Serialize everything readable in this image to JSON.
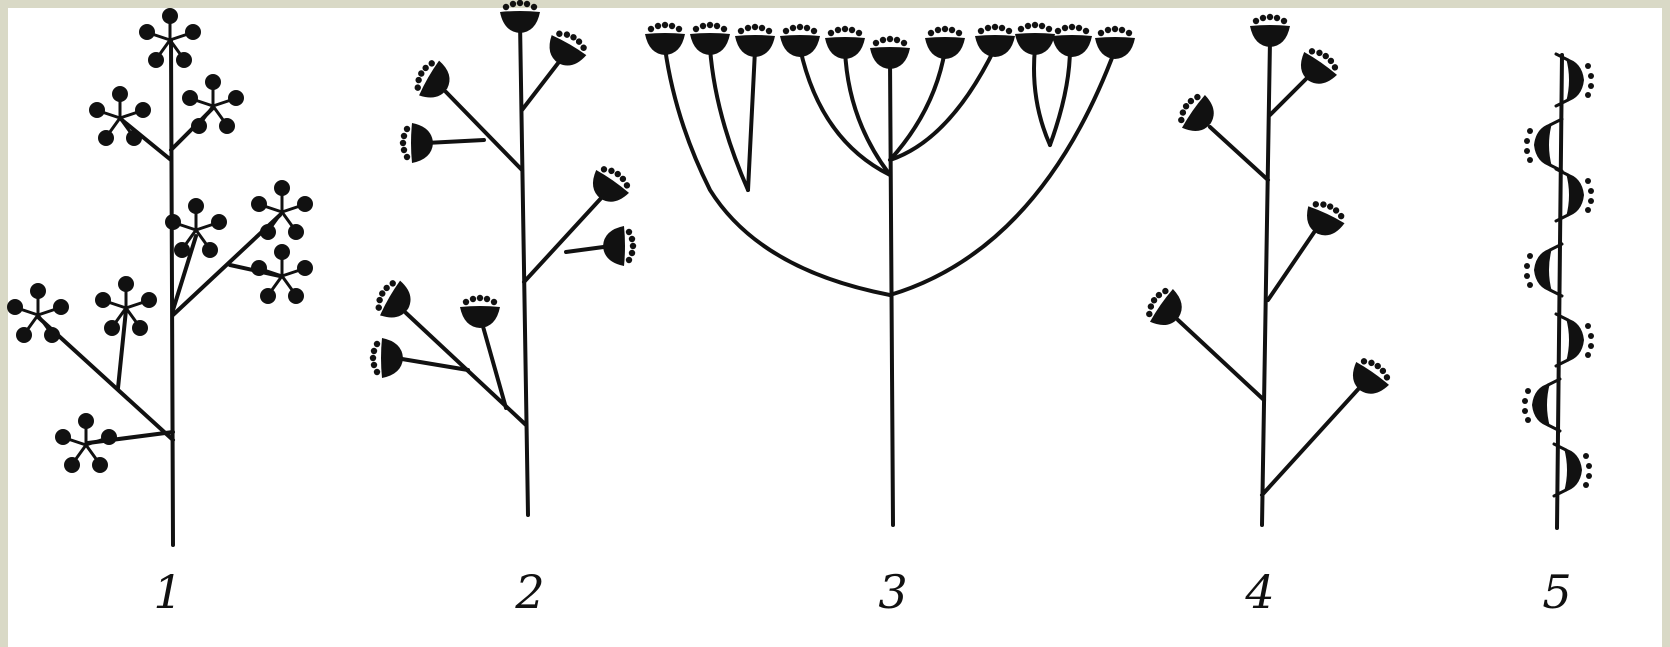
{
  "figure": {
    "labels": [
      "1",
      "2",
      "3",
      "4",
      "5"
    ]
  },
  "colors": {
    "frame": "#d9d9c6",
    "paper": "#ffffff",
    "ink": "#111111"
  }
}
